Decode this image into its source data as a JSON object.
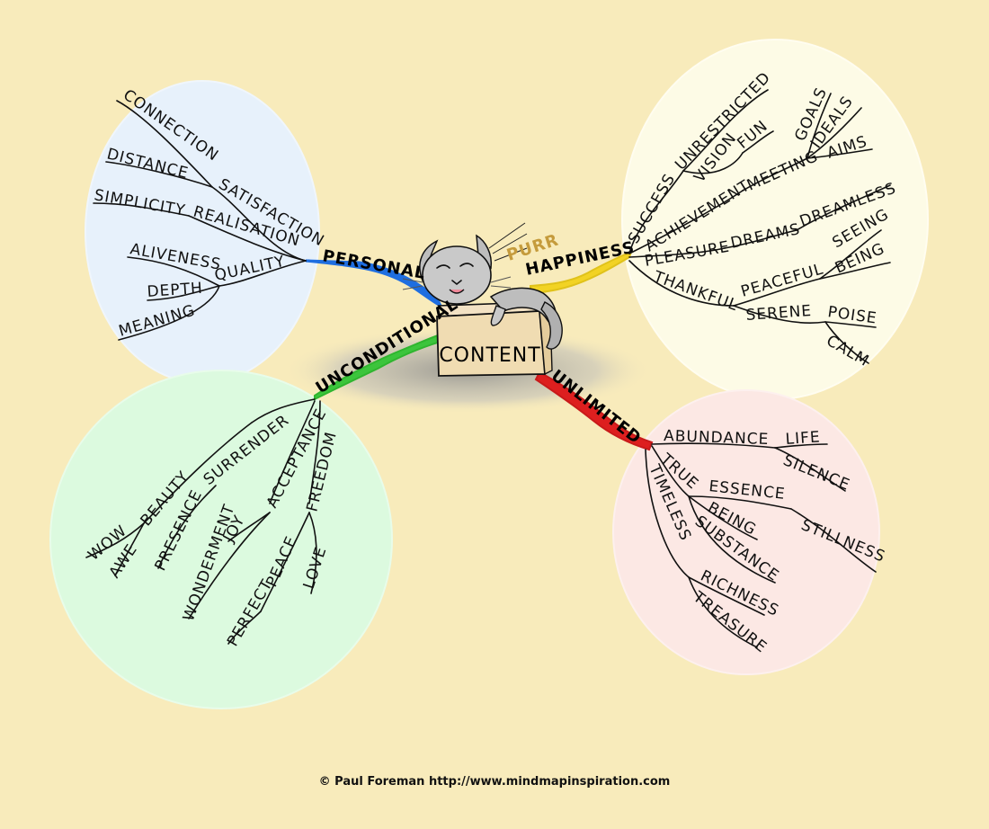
{
  "center": {
    "label": "CONTENT",
    "purr": "PURR"
  },
  "colors": {
    "background": "#f8ebbb",
    "personal": "#1f6ee0",
    "happiness": "#f2d324",
    "unconditional": "#3cc53c",
    "unlimited": "#dd1f1f",
    "circle_personal": "#e7f1fb",
    "circle_happiness": "#fdfbe6",
    "circle_unconditional": "#dcfadf",
    "circle_unlimited": "#fce8e4"
  },
  "branches": {
    "personal": {
      "label": "PERSONAL",
      "words": {
        "satisfaction": "SATISFACTION",
        "connection": "CONNECTION",
        "distance": "DISTANCE",
        "realisation": "REALISATION",
        "simplicity": "SIMPLICITY",
        "quality": "QUALITY",
        "aliveness": "ALIVENESS",
        "depth": "DEPTH",
        "meaning": "MEANING"
      }
    },
    "happiness": {
      "label": "HAPPINESS",
      "words": {
        "success": "SUCCESS",
        "unrestricted": "UNRESTRICTED",
        "vision": "VISION",
        "fun": "FUN",
        "achievement": "ACHIEVEMENT",
        "meeting": "MEETING",
        "goals": "GOALS",
        "ideals": "IDEALS",
        "aims": "AIMS",
        "pleasure": "PLEASURE",
        "dreams": "DREAMS",
        "dreamless": "DREAMLESS",
        "thankful": "THANKFUL",
        "peaceful": "PEACEFUL",
        "seeing": "SEEING",
        "being": "BEING",
        "serene": "SERENE",
        "poise": "POISE",
        "calm": "CALM"
      }
    },
    "unconditional": {
      "label": "UNCONDITIONAL",
      "words": {
        "surrender": "SURRENDER",
        "beauty": "BEAUTY",
        "wow": "WOW",
        "awe": "AWE",
        "presence": "PRESENCE",
        "acceptance": "ACCEPTANCE",
        "joy": "JOY",
        "wonderment": "WONDERMENT",
        "peace": "PEACE",
        "perfect": "PERFECT",
        "freedom": "FREEDOM",
        "love": "LOVE"
      }
    },
    "unlimited": {
      "label": "UNLIMITED",
      "words": {
        "abundance": "ABUNDANCE",
        "life": "LIFE",
        "silence": "SILENCE",
        "true": "TRUE",
        "essence": "ESSENCE",
        "stillness": "STILLNESS",
        "being": "BEING",
        "substance": "SUBSTANCE",
        "timeless": "TIMELESS",
        "richness": "RICHNESS",
        "treasure": "TREASURE"
      }
    }
  },
  "credit": "© Paul Foreman http://www.mindmapinspiration.com"
}
